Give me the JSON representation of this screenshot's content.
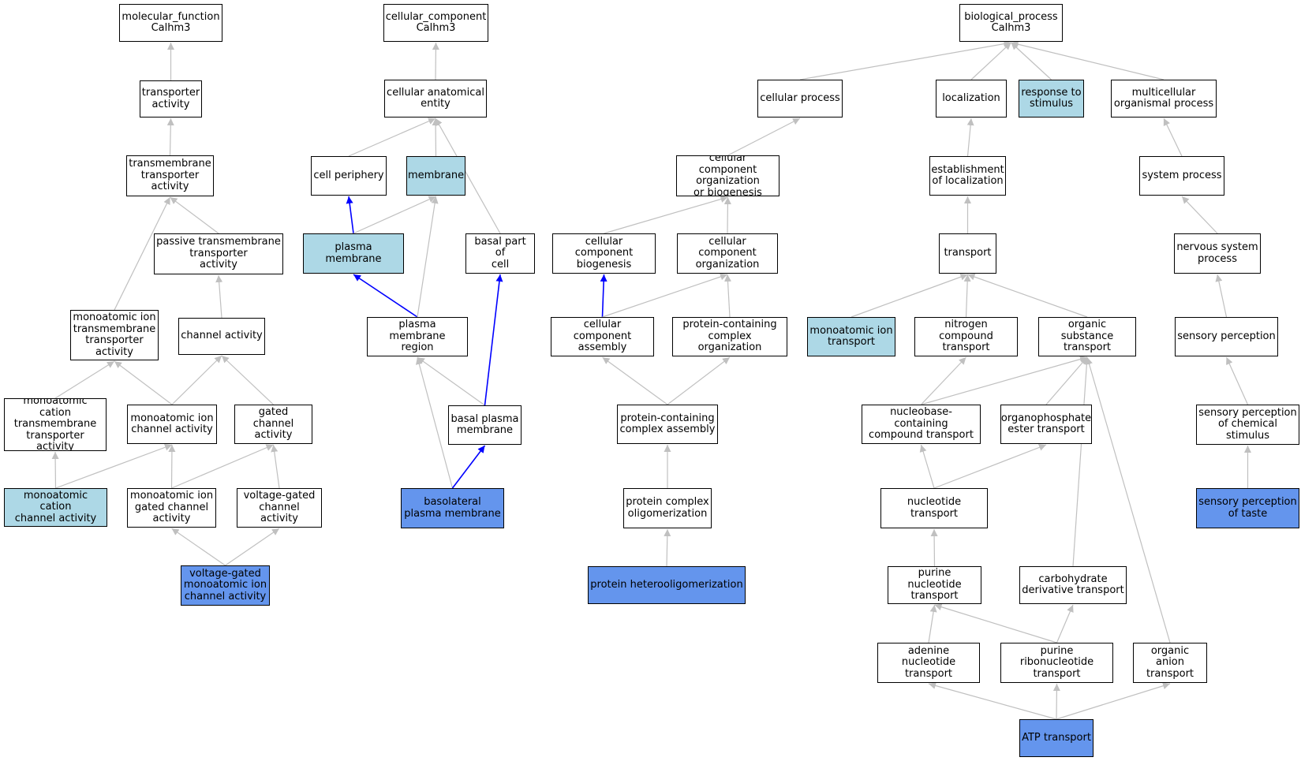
{
  "colors": {
    "default_fill": "#ffffff",
    "highlight_light": "#add8e6",
    "highlight_dark": "#6495ed",
    "edge_gray": "#c0c0c0",
    "edge_blue": "#0000ff"
  },
  "nodes": [
    {
      "id": "mf",
      "label": "molecular_function\nCalhm3",
      "fill": "white"
    },
    {
      "id": "ta",
      "label": "transporter\nactivity",
      "fill": "white"
    },
    {
      "id": "tta",
      "label": "transmembrane\ntransporter\nactivity",
      "fill": "white"
    },
    {
      "id": "ptta",
      "label": "passive transmembrane\ntransporter\nactivity",
      "fill": "white"
    },
    {
      "id": "ca",
      "label": "channel activity",
      "fill": "white"
    },
    {
      "id": "mitta",
      "label": "monoatomic ion\ntransmembrane\ntransporter\nactivity",
      "fill": "white"
    },
    {
      "id": "mctta",
      "label": "monoatomic cation\ntransmembrane\ntransporter\nactivity",
      "fill": "white"
    },
    {
      "id": "mica",
      "label": "monoatomic ion\nchannel activity",
      "fill": "white"
    },
    {
      "id": "gca",
      "label": "gated channel\nactivity",
      "fill": "white"
    },
    {
      "id": "mcca",
      "label": "monoatomic cation\nchannel activity",
      "fill": "light"
    },
    {
      "id": "migca",
      "label": "monoatomic ion\ngated channel\nactivity",
      "fill": "white"
    },
    {
      "id": "vgca",
      "label": "voltage-gated\nchannel activity",
      "fill": "white"
    },
    {
      "id": "vgmica",
      "label": "voltage-gated\nmonoatomic ion\nchannel activity",
      "fill": "dark"
    },
    {
      "id": "cc",
      "label": "cellular_component\nCalhm3",
      "fill": "white"
    },
    {
      "id": "cae",
      "label": "cellular anatomical\nentity",
      "fill": "white"
    },
    {
      "id": "cp",
      "label": "cell periphery",
      "fill": "white"
    },
    {
      "id": "mem",
      "label": "membrane",
      "fill": "light"
    },
    {
      "id": "pm",
      "label": "plasma membrane",
      "fill": "light"
    },
    {
      "id": "bpc",
      "label": "basal part of\ncell",
      "fill": "white"
    },
    {
      "id": "pmr",
      "label": "plasma membrane\nregion",
      "fill": "white"
    },
    {
      "id": "bpm",
      "label": "basal plasma\nmembrane",
      "fill": "white"
    },
    {
      "id": "blpm",
      "label": "basolateral\nplasma membrane",
      "fill": "dark"
    },
    {
      "id": "bp",
      "label": "biological_process\nCalhm3",
      "fill": "white"
    },
    {
      "id": "cpr",
      "label": "cellular process",
      "fill": "white"
    },
    {
      "id": "loc",
      "label": "localization",
      "fill": "white"
    },
    {
      "id": "rts",
      "label": "response to\nstimulus",
      "fill": "light"
    },
    {
      "id": "mop",
      "label": "multicellular\norganismal process",
      "fill": "white"
    },
    {
      "id": "ccob",
      "label": "cellular component\norganization\nor biogenesis",
      "fill": "white"
    },
    {
      "id": "eol",
      "label": "establishment\nof localization",
      "fill": "white"
    },
    {
      "id": "sp",
      "label": "system process",
      "fill": "white"
    },
    {
      "id": "ccb",
      "label": "cellular component\nbiogenesis",
      "fill": "white"
    },
    {
      "id": "cco",
      "label": "cellular component\norganization",
      "fill": "white"
    },
    {
      "id": "tr",
      "label": "transport",
      "fill": "white"
    },
    {
      "id": "nsp",
      "label": "nervous system\nprocess",
      "fill": "white"
    },
    {
      "id": "cca",
      "label": "cellular component\nassembly",
      "fill": "white"
    },
    {
      "id": "pcco",
      "label": "protein-containing\ncomplex organization",
      "fill": "white"
    },
    {
      "id": "mit",
      "label": "monoatomic ion\ntransport",
      "fill": "light"
    },
    {
      "id": "nct",
      "label": "nitrogen compound\ntransport",
      "fill": "white"
    },
    {
      "id": "ost",
      "label": "organic substance\ntransport",
      "fill": "white"
    },
    {
      "id": "spe",
      "label": "sensory perception",
      "fill": "white"
    },
    {
      "id": "pcca",
      "label": "protein-containing\ncomplex assembly",
      "fill": "white"
    },
    {
      "id": "nbct",
      "label": "nucleobase-containing\ncompound transport",
      "fill": "white"
    },
    {
      "id": "opet",
      "label": "organophosphate\nester transport",
      "fill": "white"
    },
    {
      "id": "spcs",
      "label": "sensory perception\nof chemical\nstimulus",
      "fill": "white"
    },
    {
      "id": "pco",
      "label": "protein complex\noligomerization",
      "fill": "white"
    },
    {
      "id": "nt",
      "label": "nucleotide transport",
      "fill": "white"
    },
    {
      "id": "spt",
      "label": "sensory perception\nof taste",
      "fill": "dark"
    },
    {
      "id": "ph",
      "label": "protein heterooligomerization",
      "fill": "dark"
    },
    {
      "id": "pnt",
      "label": "purine nucleotide\ntransport",
      "fill": "white"
    },
    {
      "id": "cdt",
      "label": "carbohydrate\nderivative transport",
      "fill": "white"
    },
    {
      "id": "ant",
      "label": "adenine nucleotide\ntransport",
      "fill": "white"
    },
    {
      "id": "prt",
      "label": "purine ribonucleotide\ntransport",
      "fill": "white"
    },
    {
      "id": "oat",
      "label": "organic anion\ntransport",
      "fill": "white"
    },
    {
      "id": "atp",
      "label": "ATP transport",
      "fill": "dark"
    }
  ],
  "edges": [
    {
      "from": "ta",
      "to": "mf",
      "color": "gray"
    },
    {
      "from": "tta",
      "to": "ta",
      "color": "gray"
    },
    {
      "from": "ptta",
      "to": "tta",
      "color": "gray"
    },
    {
      "from": "mitta",
      "to": "tta",
      "color": "gray"
    },
    {
      "from": "ca",
      "to": "ptta",
      "color": "gray"
    },
    {
      "from": "mctta",
      "to": "mitta",
      "color": "gray"
    },
    {
      "from": "mica",
      "to": "mitta",
      "color": "gray"
    },
    {
      "from": "mica",
      "to": "ca",
      "color": "gray"
    },
    {
      "from": "gca",
      "to": "ca",
      "color": "gray"
    },
    {
      "from": "mcca",
      "to": "mctta",
      "color": "gray"
    },
    {
      "from": "mcca",
      "to": "mica",
      "color": "gray"
    },
    {
      "from": "migca",
      "to": "mica",
      "color": "gray"
    },
    {
      "from": "migca",
      "to": "gca",
      "color": "gray"
    },
    {
      "from": "vgca",
      "to": "gca",
      "color": "gray"
    },
    {
      "from": "vgmica",
      "to": "migca",
      "color": "gray"
    },
    {
      "from": "vgmica",
      "to": "vgca",
      "color": "gray"
    },
    {
      "from": "cae",
      "to": "cc",
      "color": "gray"
    },
    {
      "from": "cp",
      "to": "cae",
      "color": "gray"
    },
    {
      "from": "mem",
      "to": "cae",
      "color": "gray"
    },
    {
      "from": "bpc",
      "to": "cae",
      "color": "gray"
    },
    {
      "from": "pm",
      "to": "cp",
      "color": "blue"
    },
    {
      "from": "pm",
      "to": "mem",
      "color": "gray"
    },
    {
      "from": "pmr",
      "to": "pm",
      "color": "blue"
    },
    {
      "from": "pmr",
      "to": "mem",
      "color": "gray"
    },
    {
      "from": "bpm",
      "to": "pmr",
      "color": "gray"
    },
    {
      "from": "bpm",
      "to": "bpc",
      "color": "blue"
    },
    {
      "from": "blpm",
      "to": "pmr",
      "color": "gray"
    },
    {
      "from": "blpm",
      "to": "bpm",
      "color": "blue"
    },
    {
      "from": "cpr",
      "to": "bp",
      "color": "gray"
    },
    {
      "from": "loc",
      "to": "bp",
      "color": "gray"
    },
    {
      "from": "rts",
      "to": "bp",
      "color": "gray"
    },
    {
      "from": "mop",
      "to": "bp",
      "color": "gray"
    },
    {
      "from": "ccob",
      "to": "cpr",
      "color": "gray"
    },
    {
      "from": "eol",
      "to": "loc",
      "color": "gray"
    },
    {
      "from": "sp",
      "to": "mop",
      "color": "gray"
    },
    {
      "from": "ccb",
      "to": "ccob",
      "color": "gray"
    },
    {
      "from": "cco",
      "to": "ccob",
      "color": "gray"
    },
    {
      "from": "tr",
      "to": "eol",
      "color": "gray"
    },
    {
      "from": "nsp",
      "to": "sp",
      "color": "gray"
    },
    {
      "from": "cca",
      "to": "ccb",
      "color": "blue"
    },
    {
      "from": "cca",
      "to": "cco",
      "color": "gray"
    },
    {
      "from": "pcco",
      "to": "cco",
      "color": "gray"
    },
    {
      "from": "mit",
      "to": "tr",
      "color": "gray"
    },
    {
      "from": "nct",
      "to": "tr",
      "color": "gray"
    },
    {
      "from": "ost",
      "to": "tr",
      "color": "gray"
    },
    {
      "from": "spe",
      "to": "nsp",
      "color": "gray"
    },
    {
      "from": "pcca",
      "to": "cca",
      "color": "gray"
    },
    {
      "from": "pcca",
      "to": "pcco",
      "color": "gray"
    },
    {
      "from": "nbct",
      "to": "nct",
      "color": "gray"
    },
    {
      "from": "nbct",
      "to": "ost",
      "color": "gray"
    },
    {
      "from": "opet",
      "to": "ost",
      "color": "gray"
    },
    {
      "from": "spcs",
      "to": "spe",
      "color": "gray"
    },
    {
      "from": "pco",
      "to": "pcca",
      "color": "gray"
    },
    {
      "from": "nt",
      "to": "nbct",
      "color": "gray"
    },
    {
      "from": "nt",
      "to": "opet",
      "color": "gray"
    },
    {
      "from": "spt",
      "to": "spcs",
      "color": "gray"
    },
    {
      "from": "ph",
      "to": "pco",
      "color": "gray"
    },
    {
      "from": "pnt",
      "to": "nt",
      "color": "gray"
    },
    {
      "from": "cdt",
      "to": "ost",
      "color": "gray"
    },
    {
      "from": "ant",
      "to": "pnt",
      "color": "gray"
    },
    {
      "from": "prt",
      "to": "pnt",
      "color": "gray"
    },
    {
      "from": "prt",
      "to": "cdt",
      "color": "gray"
    },
    {
      "from": "oat",
      "to": "ost",
      "color": "gray"
    },
    {
      "from": "atp",
      "to": "ant",
      "color": "gray"
    },
    {
      "from": "atp",
      "to": "prt",
      "color": "gray"
    },
    {
      "from": "atp",
      "to": "oat",
      "color": "gray"
    }
  ]
}
